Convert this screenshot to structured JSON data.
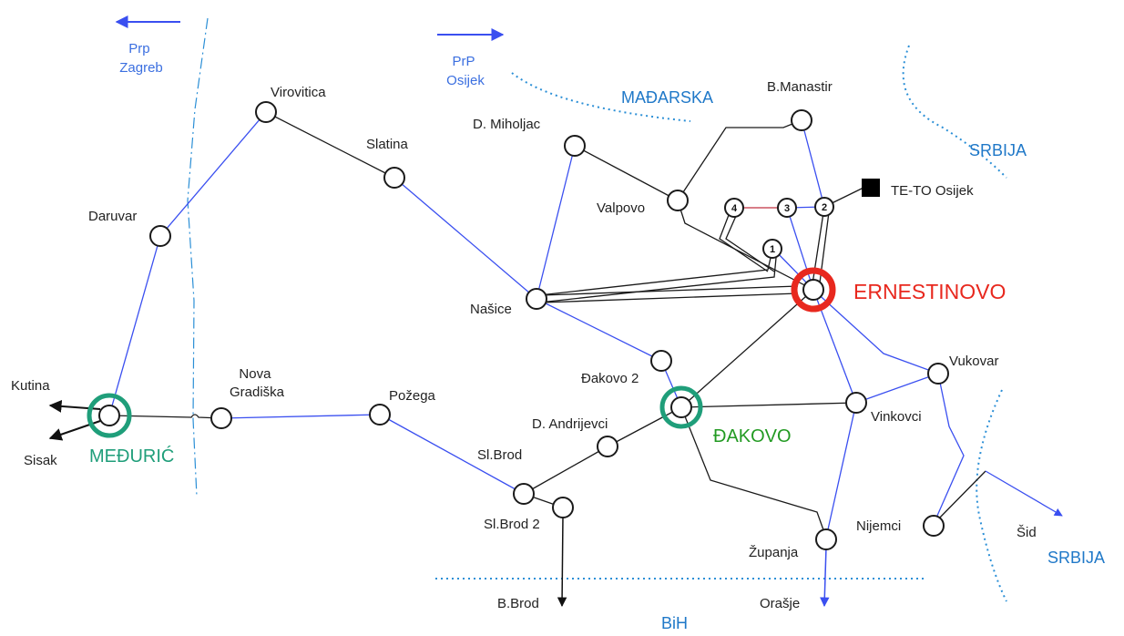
{
  "colors": {
    "line_220kv": "#3a4ff0",
    "line_110kv": "#1a1a1a",
    "line_link": "#c03040",
    "border": "#2b8fd6",
    "label_blue": "#3b6fe0",
    "country": "#1f78c8",
    "ernestinovo": "#e8281e",
    "medjuric": "#1f9e7a",
    "djakovo_ring": "#1f9e7a",
    "djakovo_text": "#229a22"
  },
  "arrows": {
    "zagreb": "Prp\nZagreb",
    "osijek": "PrP\nOsijek"
  },
  "countries": {
    "madjarska": "MAĐARSKA",
    "srbija_top": "SRBIJA",
    "srbija_bottom": "SRBIJA",
    "bih": "BiH"
  },
  "hubs": {
    "ernestinovo": "ERNESTINOVO",
    "djakovo": "ĐAKOVO",
    "medjuric": "MEĐURIĆ"
  },
  "nodes": {
    "virovitica": "Virovitica",
    "slatina": "Slatina",
    "daruvar": "Daruvar",
    "nova_gradiska": "Nova\nGradiška",
    "pozega": "Požega",
    "d_miholjac": "D. Miholjac",
    "valpovo": "Valpovo",
    "b_manastir": "B.Manastir",
    "te_to_osijek": "TE-TO Osijek",
    "nasice": "Našice",
    "djakovo2": "Đakovo 2",
    "d_andrijevci": "D. Andrijevci",
    "sl_brod": "Sl.Brod",
    "sl_brod2": "Sl.Brod 2",
    "vukovar": "Vukovar",
    "vinkovci": "Vinkovci",
    "nijemci": "Nijemci",
    "zupanja": "Županja",
    "kutina": "Kutina",
    "sisak": "Sisak",
    "b_brod": "B.Brod",
    "orasje": "Orašje",
    "sid": "Šid"
  },
  "substation_numbers": [
    "1",
    "2",
    "3",
    "4"
  ]
}
